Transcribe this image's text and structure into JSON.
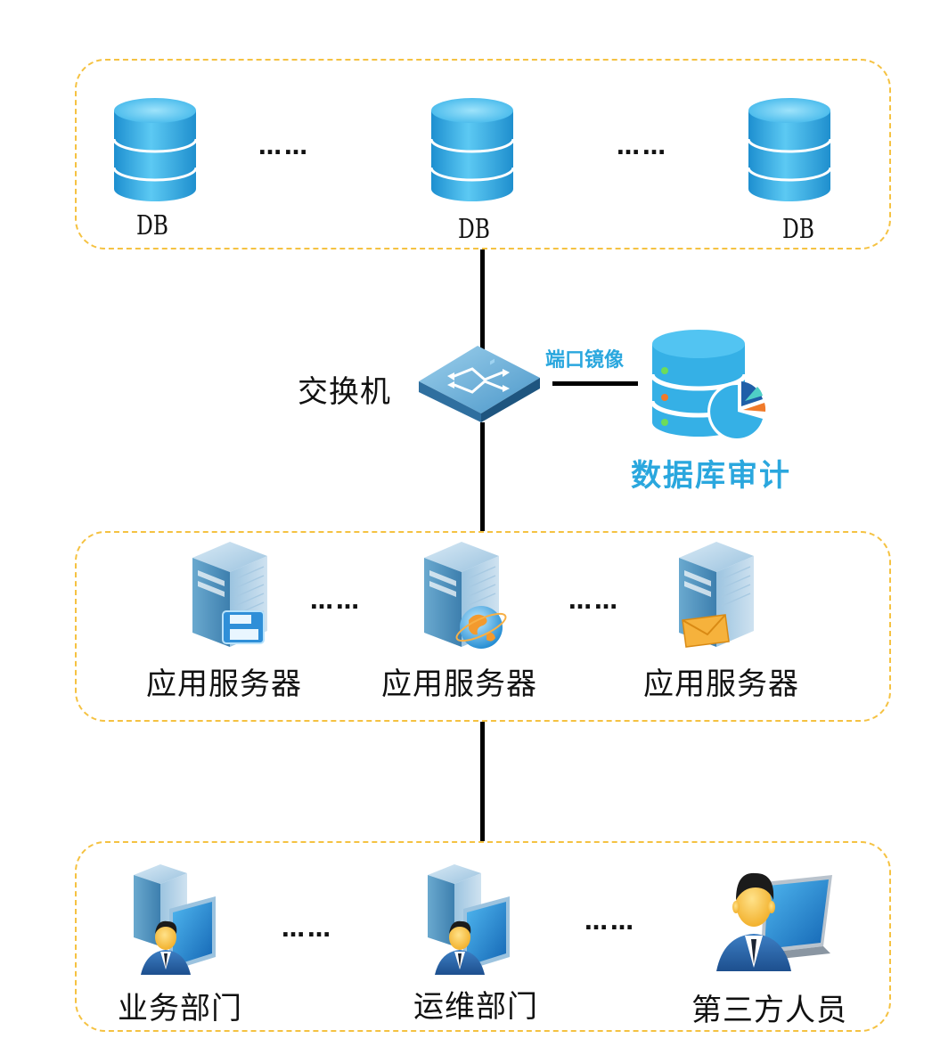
{
  "colors": {
    "group_border": "#f5c242",
    "db_blue": "#35b0e6",
    "audit_text": "#2aa7de",
    "link": "#000000"
  },
  "db_tier": {
    "databases": [
      {
        "label": "DB",
        "icon": "database-icon"
      },
      {
        "label": "DB",
        "icon": "database-icon"
      },
      {
        "label": "DB",
        "icon": "database-icon"
      }
    ],
    "ellipsis": "……"
  },
  "switch": {
    "label": "交换机",
    "icon": "network-switch-icon"
  },
  "mirror": {
    "label": "端口镜像"
  },
  "audit": {
    "title": "数据库审计",
    "icon": "database-audit-icon"
  },
  "app_tier": {
    "servers": [
      {
        "label": "应用服务器",
        "icon": "file-server-icon"
      },
      {
        "label": "应用服务器",
        "icon": "web-server-icon"
      },
      {
        "label": "应用服务器",
        "icon": "mail-server-icon"
      }
    ],
    "ellipsis": "……"
  },
  "user_tier": {
    "users": [
      {
        "label": "业务部门",
        "icon": "workstation-user-icon"
      },
      {
        "label": "运维部门",
        "icon": "workstation-user-icon"
      },
      {
        "label": "第三方人员",
        "icon": "laptop-user-icon"
      }
    ],
    "ellipsis": "……"
  }
}
